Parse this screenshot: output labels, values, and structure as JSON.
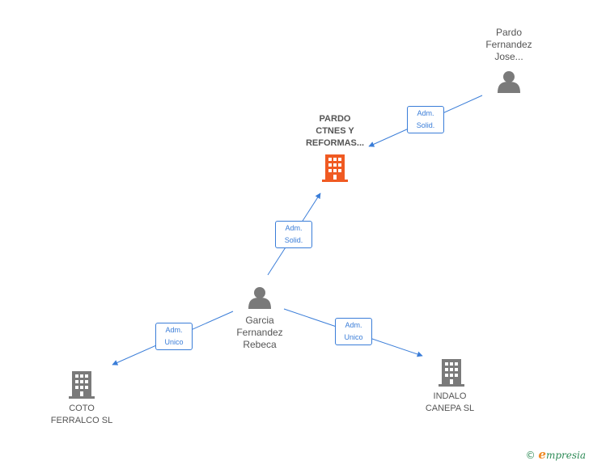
{
  "nodes": {
    "pardo_jose": {
      "label": "Pardo\nFernandez\nJose..."
    },
    "pardo_ctnes": {
      "label": "PARDO\nCTNES Y\nREFORMAS..."
    },
    "garcia": {
      "label": "Garcia\nFernandez\nRebeca"
    },
    "coto": {
      "label": "COTO\nFERRALCO SL"
    },
    "indalo": {
      "label": "INDALO\nCANEPA  SL"
    }
  },
  "edges": {
    "jose_to_ctnes": {
      "label": "Adm.\nSolid."
    },
    "garcia_to_ctnes": {
      "label": "Adm.\nSolid."
    },
    "garcia_to_coto": {
      "label": "Adm.\nUnico"
    },
    "garcia_to_indalo": {
      "label": "Adm.\nUnico"
    }
  },
  "colors": {
    "edge": "#3a7dd8",
    "person": "#7a7a7a",
    "company": "#7a7a7a",
    "focus_company": "#f05a22"
  },
  "watermark": {
    "copyright": "©",
    "brand_initial": "e",
    "brand_rest": "mpresia"
  }
}
